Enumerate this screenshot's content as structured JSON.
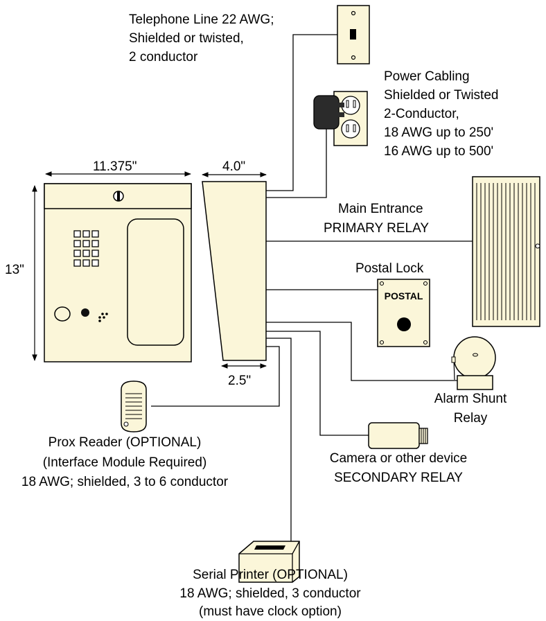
{
  "colors": {
    "device": "#fbf6d9",
    "stroke": "#000000",
    "adapter": "#2b2b2b"
  },
  "icons": [
    "wall-phone-jack-icon",
    "power-outlet-icon",
    "power-adapter-icon",
    "entry-panel-icon",
    "keypad-icon",
    "door-icon",
    "postal-lock-icon",
    "alarm-bell-icon",
    "camera-icon",
    "prox-reader-icon",
    "printer-icon"
  ],
  "dims": {
    "width": "11.375\"",
    "height": "13\"",
    "depth_top": "4.0\"",
    "depth_bottom": "2.5\""
  },
  "phone": {
    "l1": "Telephone Line 22 AWG;",
    "l2": "Shielded or twisted,",
    "l3": "2 conductor"
  },
  "power": {
    "l1": "Power Cabling",
    "l2": "Shielded or Twisted",
    "l3": "2-Conductor,",
    "l4": "18 AWG up to 250'",
    "l5": "16 AWG up to 500'"
  },
  "main": {
    "l1": "Main Entrance",
    "l2": "PRIMARY RELAY"
  },
  "postal": {
    "label": "Postal Lock",
    "plate_text": "POSTAL"
  },
  "alarm": {
    "l1": "Alarm Shunt",
    "l2": "Relay"
  },
  "camera": {
    "l1": "Camera or other device",
    "l2": "SECONDARY RELAY"
  },
  "prox": {
    "l1": "Prox Reader (OPTIONAL)",
    "l2": "(Interface Module Required)",
    "l3": "18 AWG; shielded, 3 to 6 conductor"
  },
  "printer": {
    "l1": "Serial Printer (OPTIONAL)",
    "l2": "18 AWG; shielded, 3 conductor",
    "l3": "(must have clock option)"
  }
}
